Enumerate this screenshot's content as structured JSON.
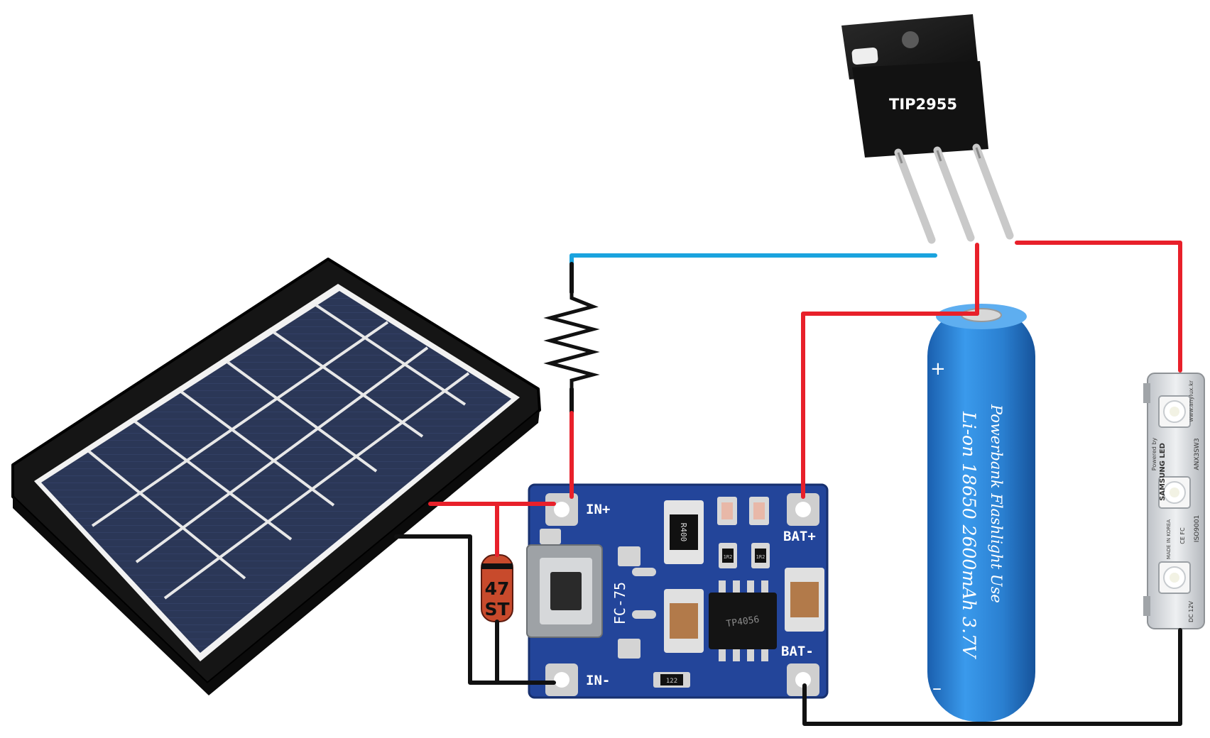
{
  "transistor": {
    "label": "TIP2955"
  },
  "charger_module": {
    "pin_in_plus": "IN+",
    "pin_in_minus": "IN-",
    "pin_bat_plus": "BAT+",
    "pin_bat_minus": "BAT-",
    "board_code": "FC-75",
    "resistor_code": "R400",
    "small_resistor_code": "122",
    "chip_code": "TP4056",
    "led_code_1": "1R2",
    "led_code_2": "1R2"
  },
  "diode": {
    "line1": "47",
    "line2": "ST"
  },
  "battery": {
    "plus_sign": "+",
    "minus_sign": "–",
    "line1": "Powerbank Flashlight Use",
    "line2": "Li-on 18650 2600mAh 3.7V"
  },
  "led_module": {
    "brand": "SAMSUNG LED",
    "powered_by": "Powered by",
    "model": "ANX3SW3",
    "website": "www.anylux.kr",
    "iso": "ISO9001",
    "origin": "MADE IN KOREA",
    "cert": "CE FC",
    "voltage": "DC 12V"
  },
  "colors": {
    "wire_red": "#e8202a",
    "wire_black": "#111111",
    "wire_blue": "#1aa3de",
    "pcb_blue": "#1f3f8a",
    "battery_blue": "#2a7fd0",
    "solar_frame": "#1a1a1a",
    "solar_cell": "#2a3554"
  }
}
